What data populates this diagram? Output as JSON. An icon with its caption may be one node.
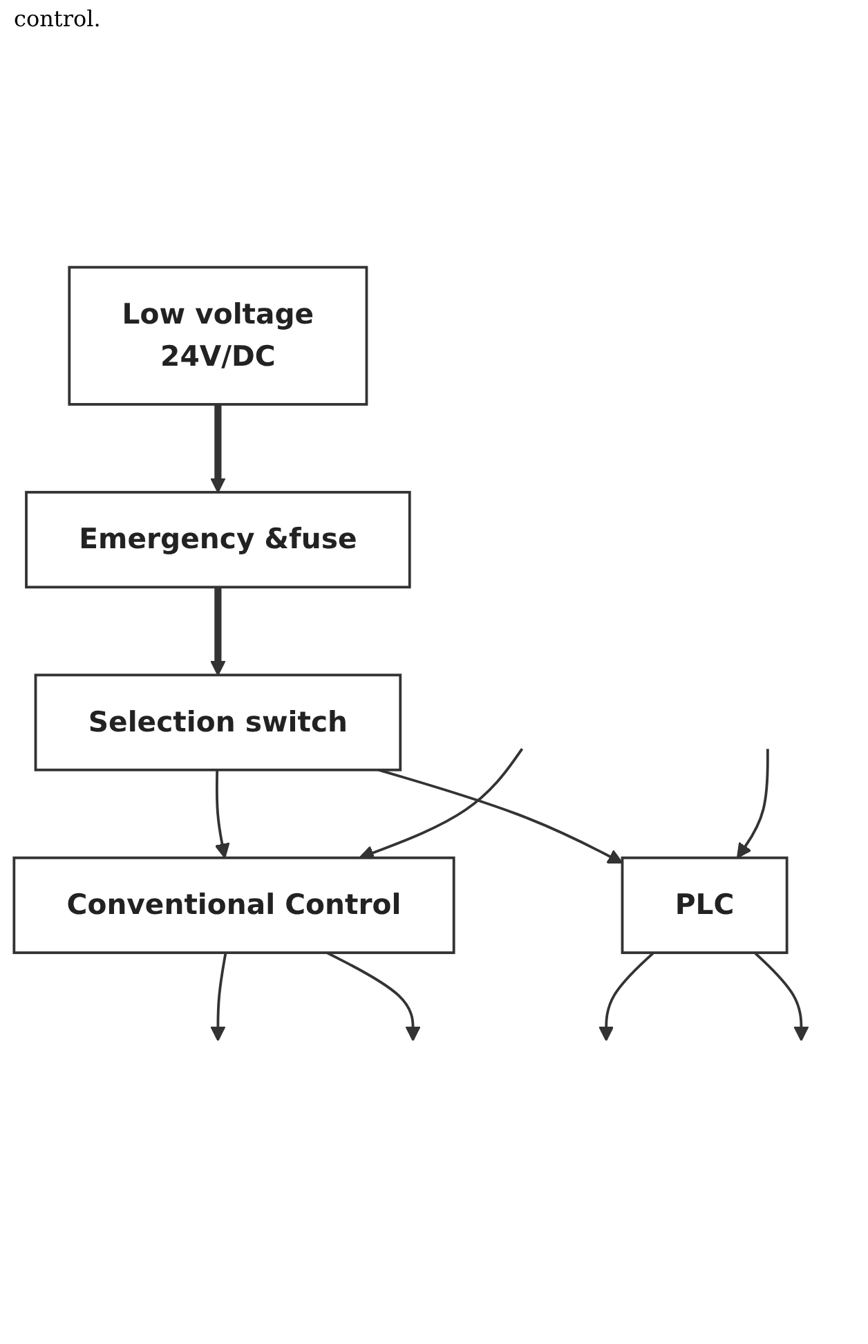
{
  "diagram": {
    "nodes": [
      {
        "text": [
          "Low voltage",
          "24V/DC"
        ]
      },
      {
        "text": [
          "Emergency &fuse"
        ]
      },
      {
        "text": [
          "Selection switch"
        ]
      },
      {
        "text": [
          "Conventional Control"
        ]
      },
      {
        "text": [
          "PLC"
        ]
      }
    ],
    "edges": [
      {
        "from": 0,
        "to": 1,
        "arrow": "to",
        "style": "thick"
      },
      {
        "from": 1,
        "to": 2,
        "arrow": "to",
        "style": "thick"
      },
      {
        "from": 2,
        "to": 3,
        "arrow": "to"
      },
      {
        "from": null,
        "to": 3,
        "arrow": "to"
      },
      {
        "from": 3,
        "to": null,
        "arrow": "to"
      },
      {
        "from": 3,
        "to": null,
        "arrow": "to"
      },
      {
        "from": 2,
        "to": 4,
        "arrow": "to"
      },
      {
        "from": null,
        "to": 4,
        "arrow": "to"
      },
      {
        "from": 4,
        "to": null,
        "arrow": "to"
      },
      {
        "from": 4,
        "to": null,
        "arrow": "to"
      }
    ],
    "labels": [
      "control."
    ]
  }
}
